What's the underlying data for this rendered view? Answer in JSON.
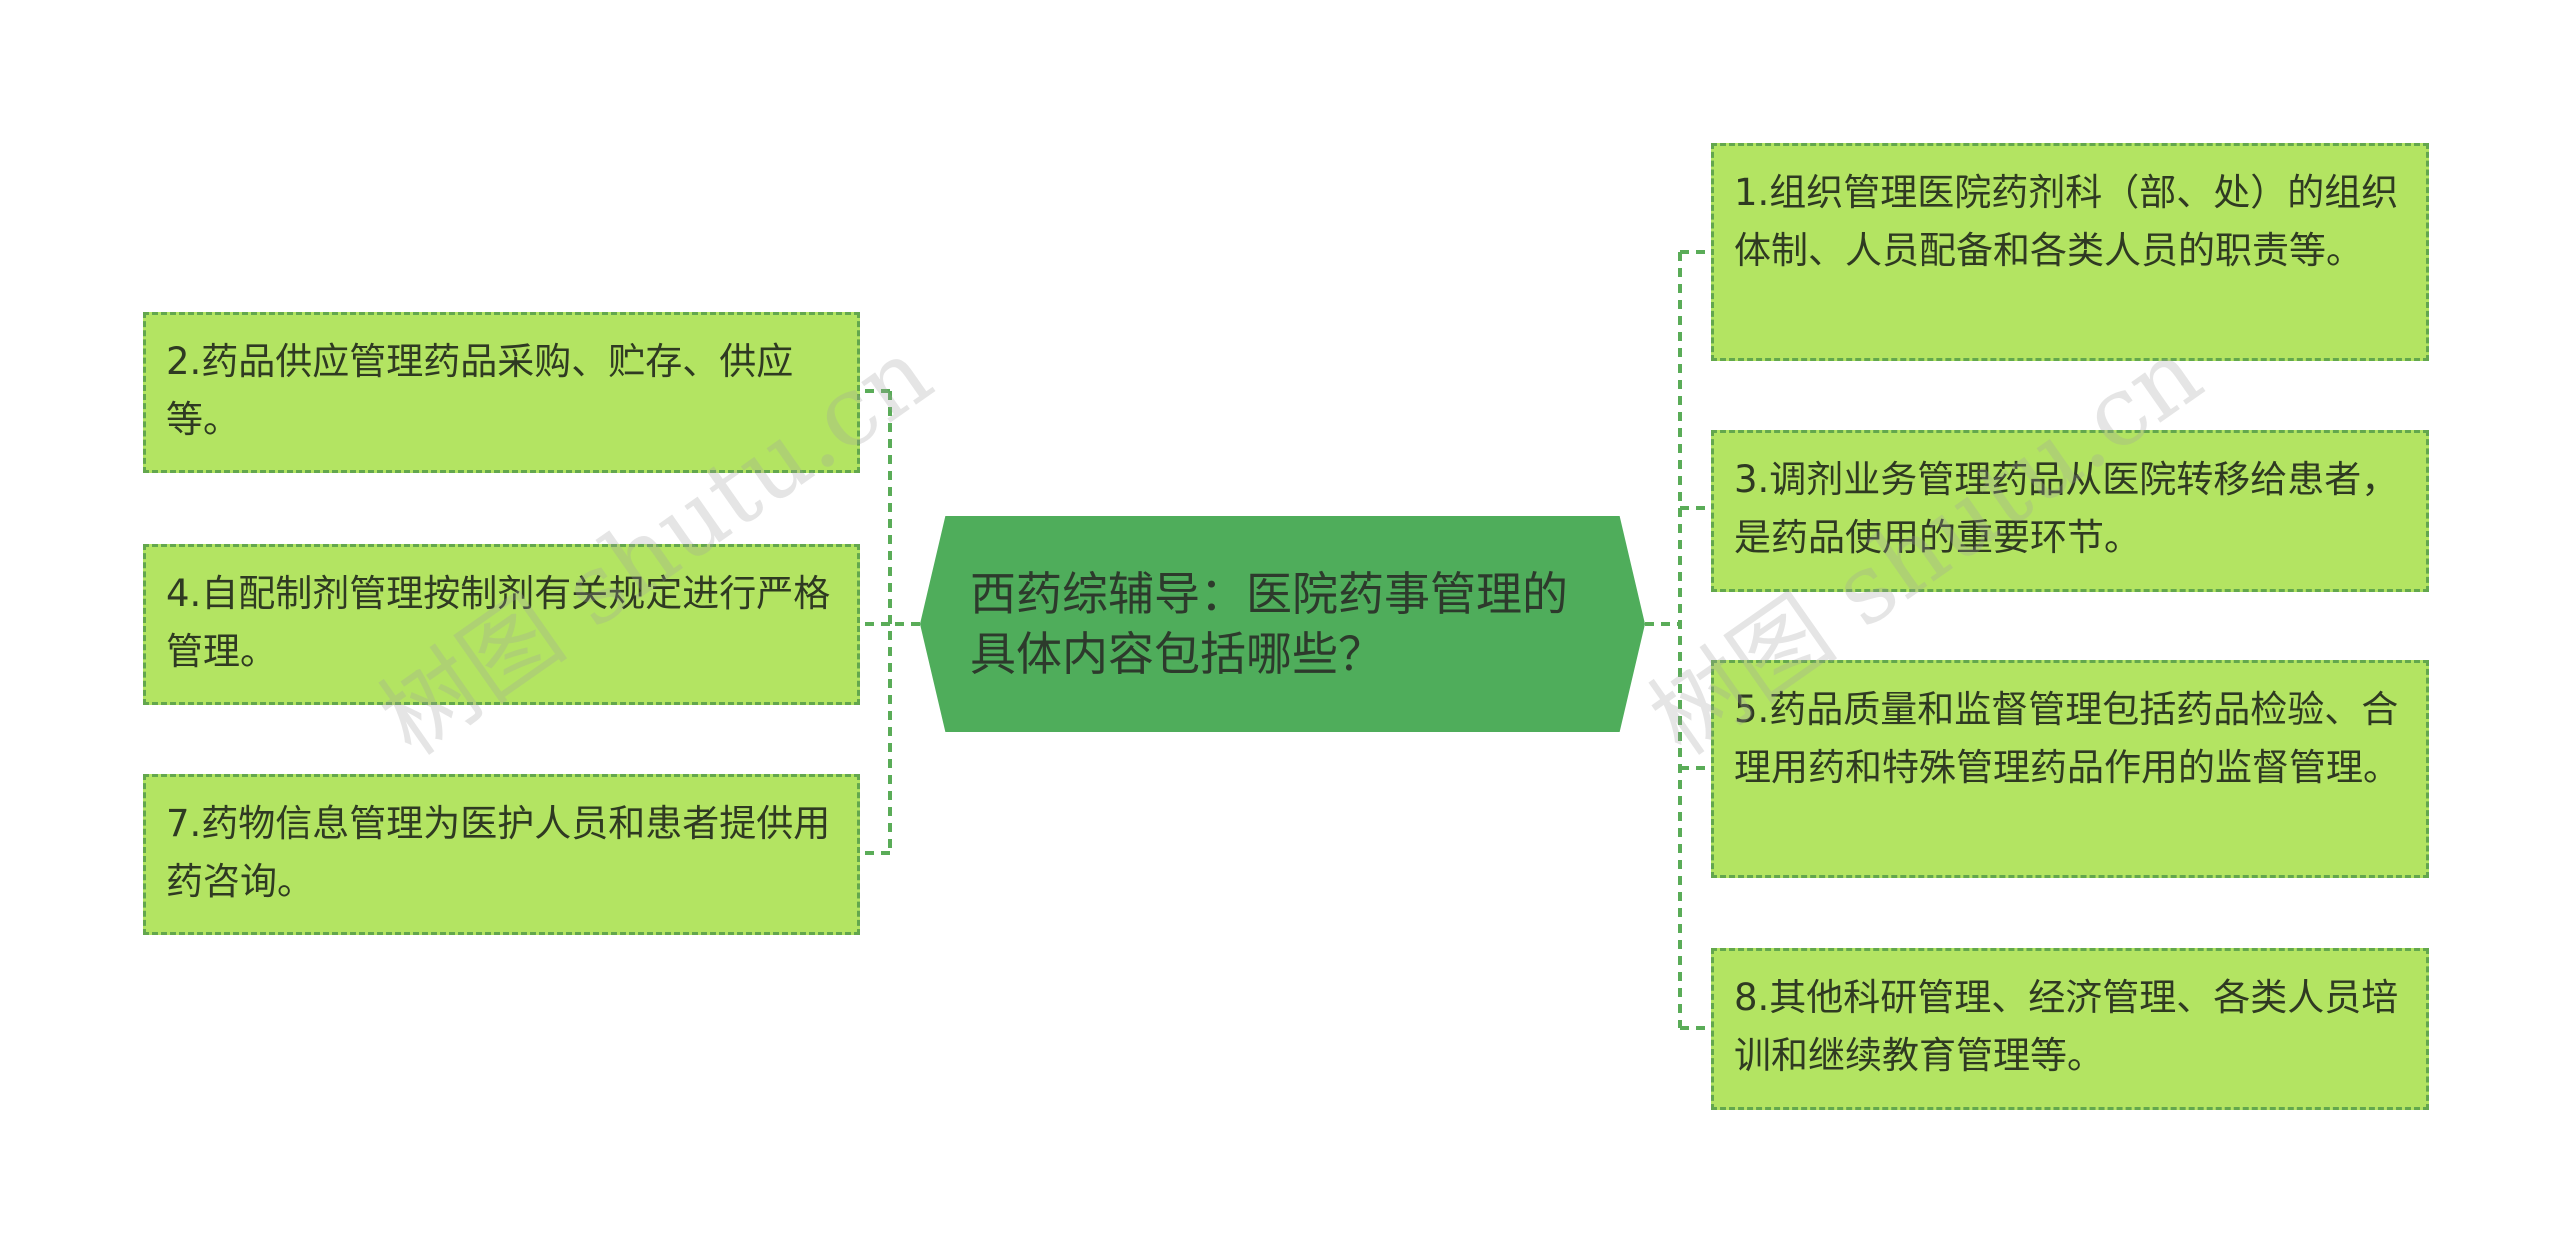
{
  "central": {
    "title": "西药综辅导：医院药事管理的具体内容包括哪些？"
  },
  "left_nodes": [
    {
      "text": "2.药品供应管理药品采购、贮存、供应等。"
    },
    {
      "text": "4.自配制剂管理按制剂有关规定进行严格管理。"
    },
    {
      "text": "7.药物信息管理为医护人员和患者提供用药咨询。"
    }
  ],
  "right_nodes": [
    {
      "text": "1.组织管理医院药剂科（部、处）的组织体制、人员配备和各类人员的职责等。"
    },
    {
      "text": "3.调剂业务管理药品从医院转移给患者，是药品使用的重要环节。"
    },
    {
      "text": "5.药品质量和监督管理包括药品检验、合理用药和特殊管理药品作用的监督管理。"
    },
    {
      "text": "8.其他科研管理、经济管理、各类人员培训和继续教育管理等。"
    }
  ],
  "watermarks": [
    "树图 shutu.cn",
    "树图 shutu.cn"
  ],
  "colors": {
    "central_fill": "#4fad5b",
    "node_fill": "#b3e462",
    "node_border": "#63a74d",
    "connector": "#5aac58"
  }
}
